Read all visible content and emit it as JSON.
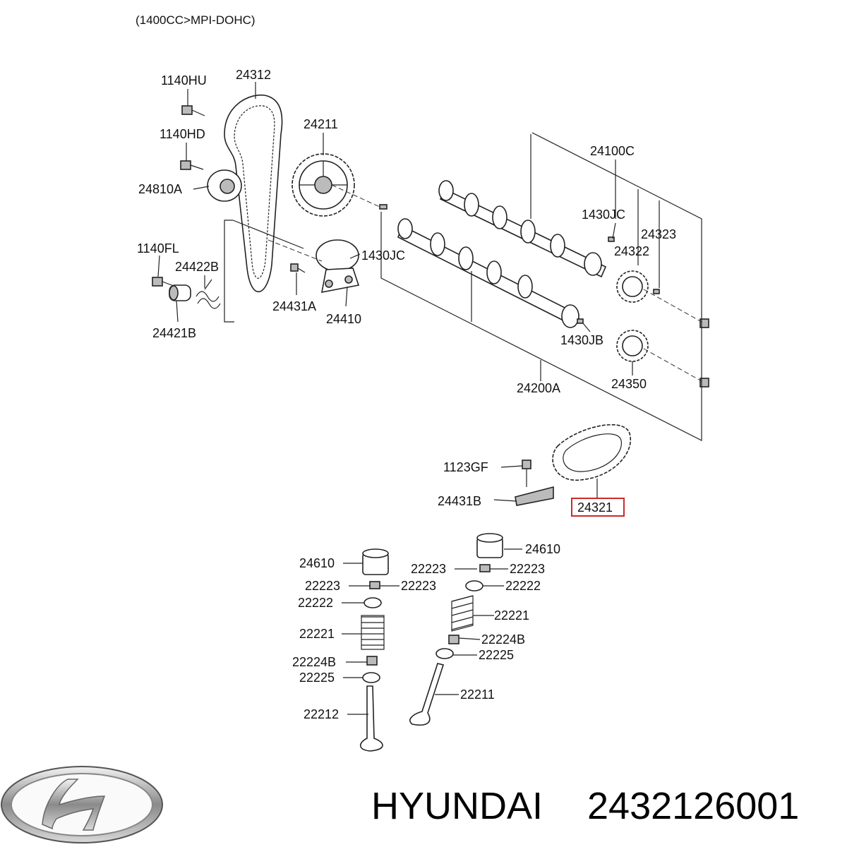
{
  "header": {
    "engine_spec": "(1400CC>MPI-DOHC)"
  },
  "highlight": {
    "part_number": "24321",
    "box_color": "#cc2a2a"
  },
  "labels": {
    "p1140HU": "1140HU",
    "p24312": "24312",
    "p1140HD": "1140HD",
    "p24211": "24211",
    "p24810A": "24810A",
    "p24100C": "24100C",
    "p1430JC_top": "1430JC",
    "p24323": "24323",
    "p24322": "24322",
    "p1140FL": "1140FL",
    "p24422B": "24422B",
    "p1430JC_mid": "1430JC",
    "p24431A": "24431A",
    "p24410": "24410",
    "p24421B": "24421B",
    "p1430JB": "1430JB",
    "p24200A": "24200A",
    "p24350": "24350",
    "p1123GF": "1123GF",
    "p24431B": "24431B",
    "p24321": "24321",
    "p24610_left": "24610",
    "p24610_right": "24610",
    "p22223_a": "22223",
    "p22223_b": "22223",
    "p22223_c": "22223",
    "p22223_d": "22223",
    "p22222_right": "22222",
    "p22222_left": "22222",
    "p22221_right": "22221",
    "p22221_left": "22221",
    "p22224B_right": "22224B",
    "p22224B_left": "22224B",
    "p22225_right": "22225",
    "p22225_left": "22225",
    "p22211": "22211",
    "p22212": "22212"
  },
  "footer": {
    "brand": "HYUNDAI",
    "part_number": "2432126001"
  }
}
